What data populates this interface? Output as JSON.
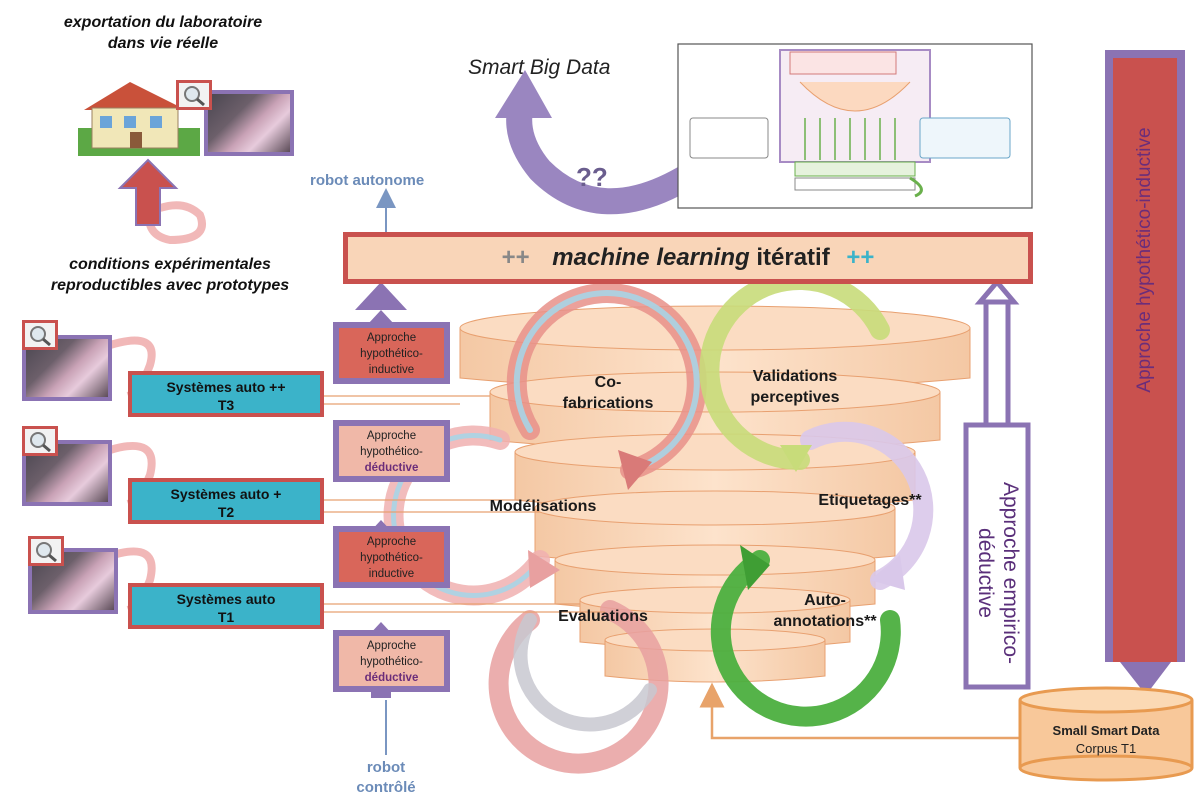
{
  "top_left": {
    "line1": "exportation du laboratoire",
    "line2": "dans vie réelle",
    "conditions_line1": "conditions expérimentales",
    "conditions_line2": "reproductibles avec prototypes"
  },
  "smart_big_data": "Smart Big Data",
  "unknown": "??",
  "robot_autonome": "robot autonome",
  "robot_controle_1": "robot",
  "robot_controle_2": "contrôlé",
  "ml_banner": {
    "left_plus": "++",
    "italic": "machine learning",
    "normal": "itératif",
    "right_plus": "++"
  },
  "systems": [
    {
      "line1": "Systèmes auto ++",
      "line2": "T3"
    },
    {
      "line1": "Systèmes auto +",
      "line2": "T2"
    },
    {
      "line1": "Systèmes auto",
      "line2": "T1"
    }
  ],
  "approaches": [
    {
      "line1": "Approche",
      "line2": "hypothético-",
      "line3": "inductive"
    },
    {
      "line1": "Approche",
      "line2": "hypothético-",
      "line3": "déductive"
    },
    {
      "line1": "Approche",
      "line2": "hypothético-",
      "line3": "inductive"
    },
    {
      "line1": "Approche",
      "line2": "hypothético-",
      "line3": "déductive"
    }
  ],
  "cycle": {
    "cofab_1": "Co-",
    "cofab_2": "fabrications",
    "valid_1": "Validations",
    "valid_2": "perceptives",
    "model": "Modélisations",
    "etiq": "Etiquetages**",
    "eval": "Evaluations",
    "auto_1": "Auto-",
    "auto_2": "annotations**"
  },
  "empirico_1": "Approche empirico-",
  "empirico_2": "déductive",
  "hypo_inductive": "Approche hypothético-inductive",
  "db": {
    "title": "Small Smart Data",
    "subtitle": "Corpus T1"
  },
  "colors": {
    "purple": "#8b73b3",
    "red": "#c9514e",
    "teal": "#3bb3c9",
    "peach": "#f9d5b8",
    "green": "#4caf3f",
    "lime": "#c8dc7a"
  }
}
